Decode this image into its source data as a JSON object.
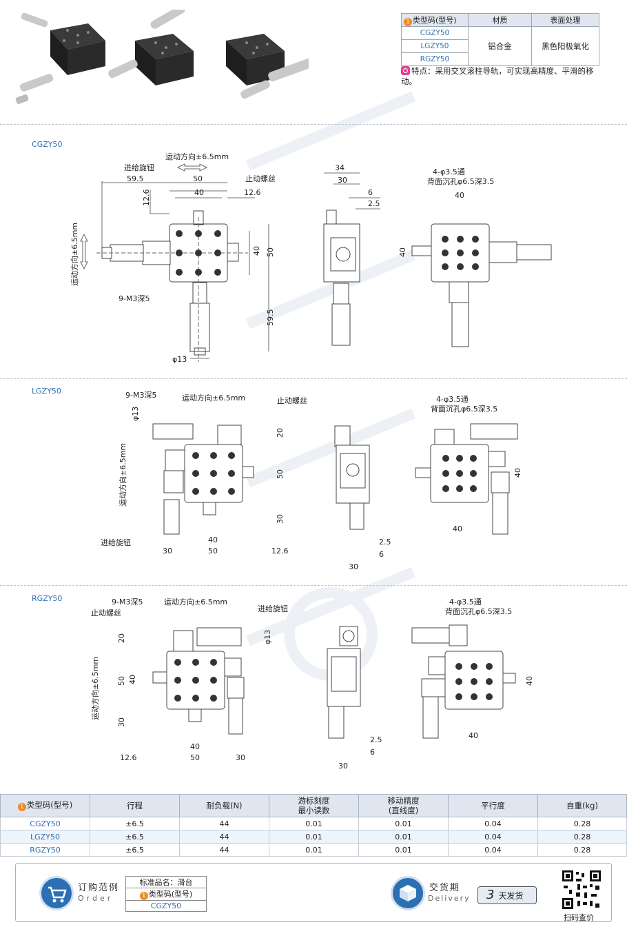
{
  "spec_table": {
    "headers": [
      "类型码(型号)",
      "材质",
      "表面处理"
    ],
    "header_num": "1",
    "rows": [
      "CGZY50",
      "LGZY50",
      "RGZY50"
    ],
    "material": "铝合金",
    "surface": "黑色阳极氧化"
  },
  "feature": {
    "text": "特点：采用交叉滚柱导轨，可实现高精度、平滑的移动。"
  },
  "sections": [
    {
      "label": "CGZY50",
      "front": {
        "feed_knob": "进给旋钮",
        "motion_dir": "运动方向±6.5mm",
        "stop_screw": "止动螺丝",
        "dim_595": "59.5",
        "dim_50": "50",
        "dim_40": "40",
        "dim_126": "12.6",
        "dim_126b": "12.6",
        "dim_40v": "40",
        "dim_50v": "50",
        "dim_595v": "59.5",
        "tapped": "9-M3深5",
        "dia13": "φ13",
        "motion_dir_v": "运动方向±6.5mm"
      },
      "side": {
        "dim_34": "34",
        "dim_30": "30",
        "dim_6": "6",
        "dim_25": "2.5"
      },
      "rear": {
        "holes": "4-φ3.5通",
        "counterbore": "背面沉孔φ6.5深3.5",
        "dim_40": "40",
        "dim_40v": "40"
      }
    },
    {
      "label": "LGZY50",
      "front": {
        "tapped": "9-M3深5",
        "motion_dir": "运动方向±6.5mm",
        "stop_screw": "止动螺丝",
        "dia13": "φ13",
        "motion_dir_v": "运动方向±6.5mm",
        "dim_20": "20",
        "dim_50v": "50",
        "dim_30v": "30",
        "feed_knob": "进给旋钮",
        "dim_40": "40",
        "dim_30": "30",
        "dim_50": "50",
        "dim_126": "12.6"
      },
      "side": {
        "dim_25": "2.5",
        "dim_6": "6",
        "dim_30": "30"
      },
      "rear": {
        "holes": "4-φ3.5通",
        "counterbore": "背面沉孔φ6.5深3.5",
        "dim_40": "40",
        "dim_40v": "40"
      }
    },
    {
      "label": "RGZY50",
      "front": {
        "tapped": "9-M3深5",
        "motion_dir": "运动方向±6.5mm",
        "feed_knob": "进给旋钮",
        "stop_screw": "止动螺丝",
        "dia13": "φ13",
        "motion_dir_v": "运动方向±6.5mm",
        "dim_20": "20",
        "dim_50v": "50",
        "dim_40v": "40",
        "dim_30v": "30",
        "dim_40": "40",
        "dim_126": "12.6",
        "dim_50": "50",
        "dim_30": "30"
      },
      "side": {
        "dim_25": "2.5",
        "dim_6": "6",
        "dim_30": "30"
      },
      "rear": {
        "holes": "4-φ3.5通",
        "counterbore": "背面沉孔φ6.5深3.5",
        "dim_40": "40",
        "dim_40v": "40"
      }
    }
  ],
  "params_table": {
    "headers": [
      "类型码(型号)",
      "行程",
      "耐负载(N)",
      "游标刻度\n最小读数",
      "移动精度\n(直线度)",
      "平行度",
      "自重(kg)"
    ],
    "rows": [
      [
        "CGZY50",
        "±6.5",
        "44",
        "0.01",
        "0.01",
        "0.04",
        "0.28"
      ],
      [
        "LGZY50",
        "±6.5",
        "44",
        "0.01",
        "0.01",
        "0.04",
        "0.28"
      ],
      [
        "RGZY50",
        "±6.5",
        "44",
        "0.01",
        "0.01",
        "0.04",
        "0.28"
      ]
    ]
  },
  "footer": {
    "order_title": "订购范例",
    "order_sub": "Order",
    "std_name": "标准品名：滑台",
    "type_label": "类型码(型号)",
    "type_value": "CGZY50",
    "delivery_title": "交货期",
    "delivery_sub": "Delivery",
    "days_num": "3",
    "days_text": "天发货",
    "qr_label": "扫码查价"
  },
  "colors": {
    "accent_blue": "#2d6fb3",
    "orange": "#f08a1e",
    "pink": "#e1468f",
    "header_bg": "#dfe6ef"
  }
}
